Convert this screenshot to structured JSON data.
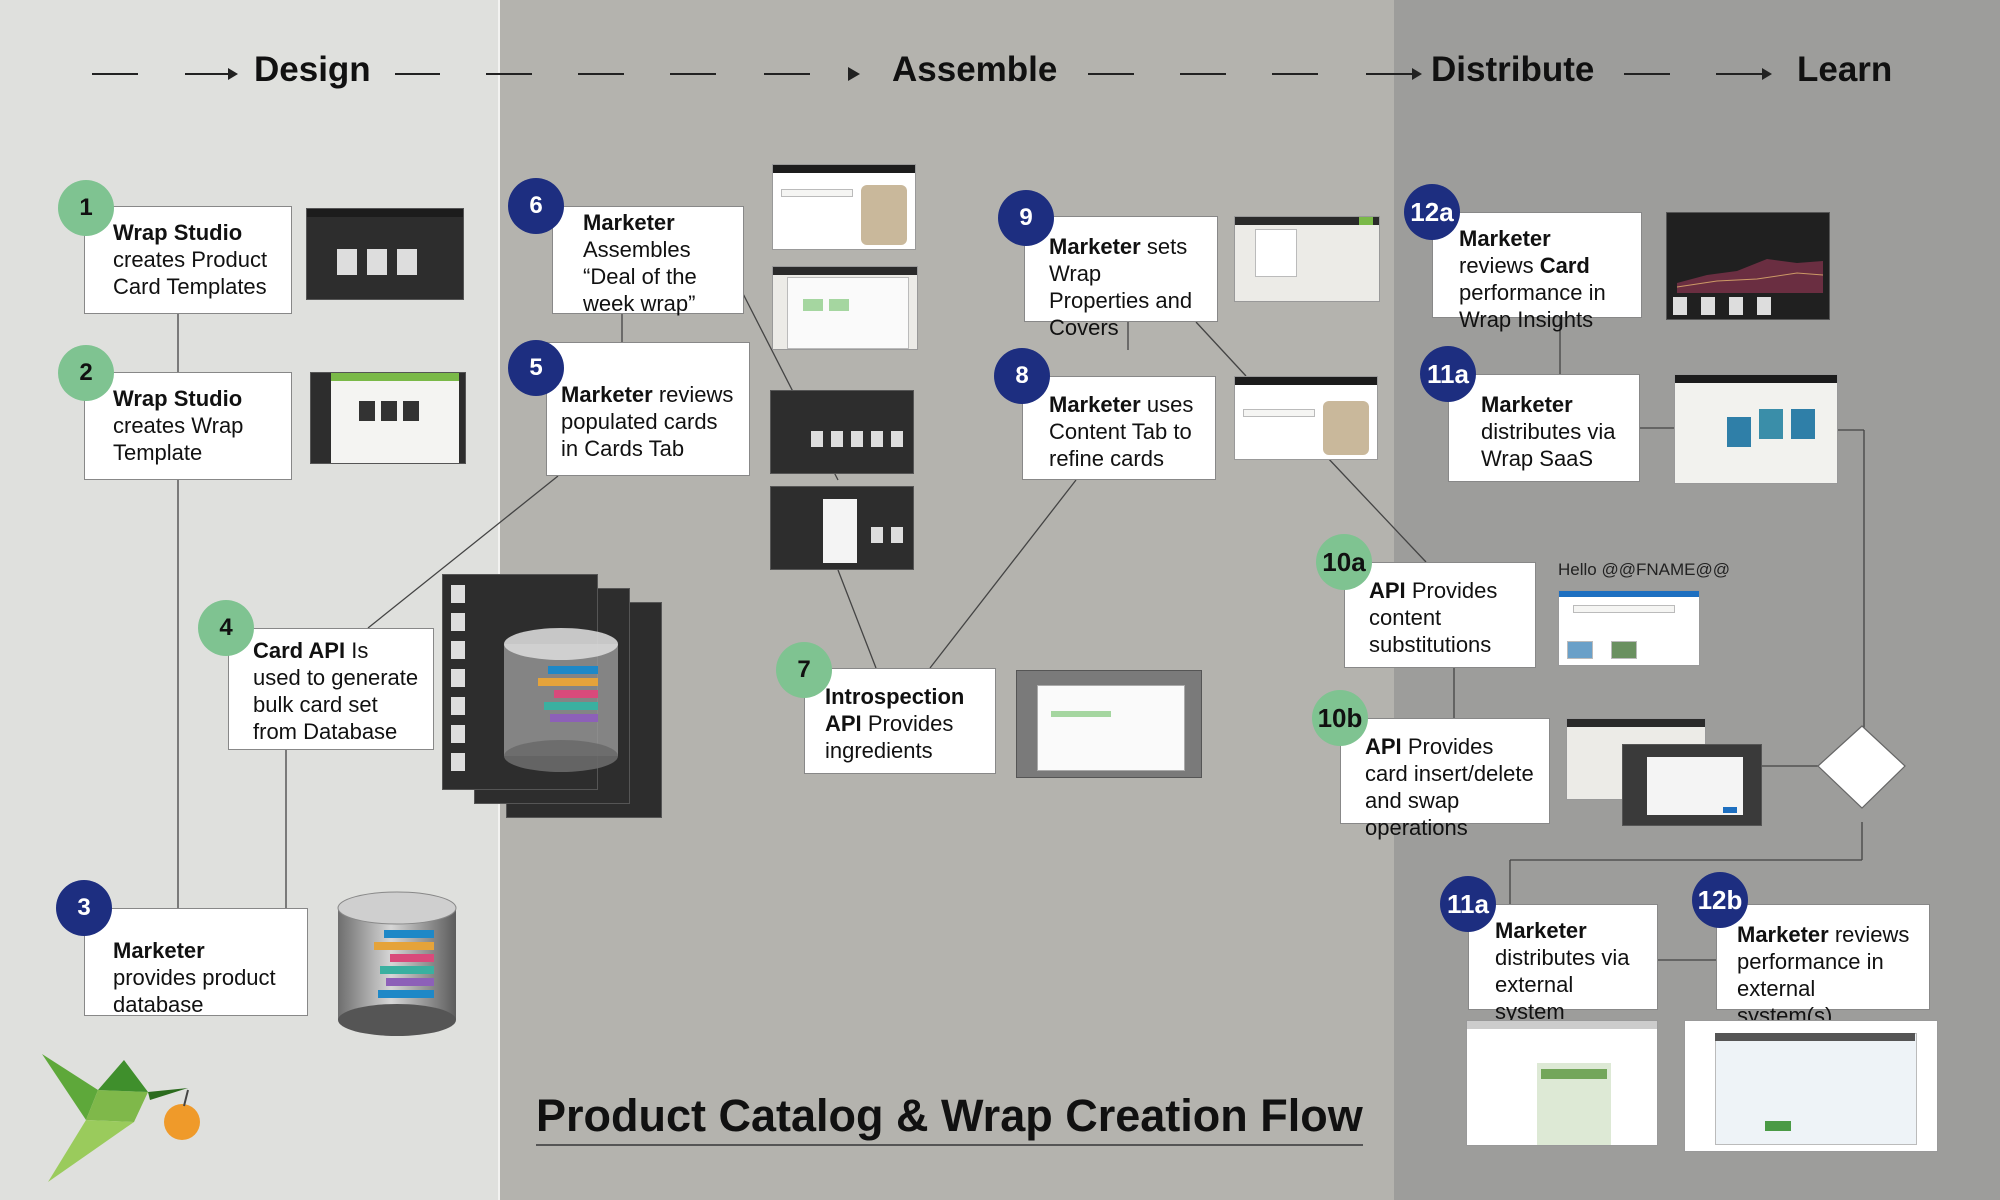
{
  "phases": [
    {
      "label": "Design"
    },
    {
      "label": "Assemble"
    },
    {
      "label": "Distribute"
    },
    {
      "label": "Learn"
    }
  ],
  "title": "Product Catalog & Wrap Creation Flow",
  "hello_text": "Hello @@FNAME@@",
  "steps": {
    "s1": {
      "badge": "1",
      "bold": "Wrap Studio",
      "text": "creates Product Card Templates"
    },
    "s2": {
      "badge": "2",
      "bold": "Wrap Studio",
      "text": "creates Wrap Template"
    },
    "s3": {
      "badge": "3",
      "bold": "Marketer",
      "text": "provides product database"
    },
    "s4": {
      "badge": "4",
      "bold": "Card API",
      "text": "Is used to generate bulk card set from Database"
    },
    "s5": {
      "badge": "5",
      "bold": "Marketer",
      "text": "reviews populated cards in Cards Tab"
    },
    "s6": {
      "badge": "6",
      "bold": "Marketer",
      "text": "Assembles “Deal of the week wrap”"
    },
    "s7": {
      "badge": "7",
      "bold": "Introspection API",
      "text": "Provides ingredients"
    },
    "s8": {
      "badge": "8",
      "bold": "Marketer",
      "text": " uses Content Tab to refine cards"
    },
    "s9": {
      "badge": "9",
      "bold": "Marketer",
      "text": "sets Wrap Properties and Covers"
    },
    "s10a": {
      "badge": "10a",
      "bold": "API",
      "text": "Provides content substitutions"
    },
    "s10b": {
      "badge": "10b",
      "bold": "API",
      "text": "Provides card insert/delete and swap operations"
    },
    "s11a_top": {
      "badge": "11a",
      "bold": "Marketer",
      "text": "distributes via Wrap SaaS"
    },
    "s12a": {
      "badge": "12a",
      "bold": "Marketer",
      "text": "reviews",
      "bold2": "Card",
      "text2": "performance in Wrap Insights"
    },
    "s11a_bottom": {
      "badge": "11a",
      "bold": "Marketer",
      "text": "distributes via external system"
    },
    "s12b": {
      "badge": "12b",
      "bold": "Marketer",
      "text": "reviews performance in external system(s)"
    }
  },
  "colors": {
    "design_band": "#dfe0dd",
    "assemble_band": "#b4b3ae",
    "learn_band": "#9d9d9b",
    "badge_green": "#7fc391",
    "badge_navy": "#1d2e80"
  },
  "icons": {
    "logo": "hummingbird-logo-icon",
    "database": "database-icon",
    "decision": "decision-diamond-icon"
  }
}
